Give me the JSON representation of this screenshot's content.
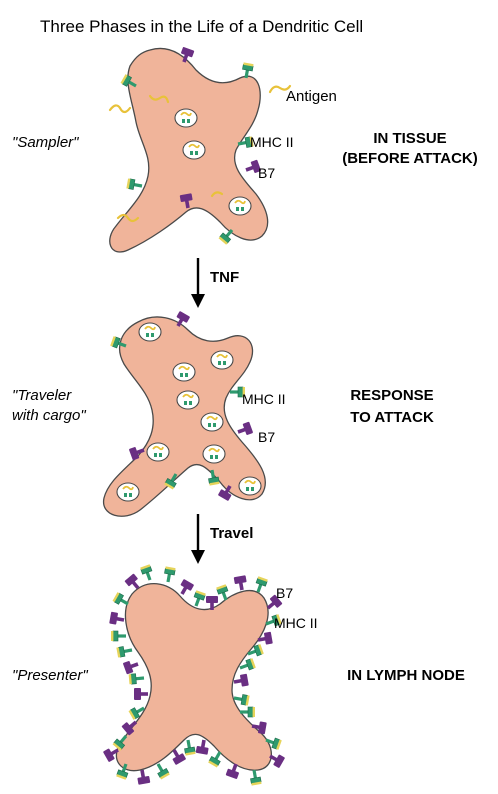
{
  "title": "Three Phases in the Life of a Dendritic Cell",
  "phases": [
    {
      "role": "\"Sampler\"",
      "stage": [
        "IN TISSUE",
        "(BEFORE ATTACK)"
      ],
      "labels": {
        "antigen": "Antigen",
        "mhc": "MHC II",
        "b7": "B7"
      }
    },
    {
      "role": [
        "\"Traveler",
        "with cargo\""
      ],
      "stage": [
        "RESPONSE",
        "TO ATTACK"
      ],
      "labels": {
        "mhc": "MHC II",
        "b7": "B7"
      }
    },
    {
      "role": "\"Presenter\"",
      "stage": [
        "IN LYMPH NODE"
      ],
      "labels": {
        "b7": "B7",
        "mhc": "MHC II"
      }
    }
  ],
  "arrows": [
    {
      "label": "TNF"
    },
    {
      "label": "Travel"
    }
  ],
  "colors": {
    "cell_fill": "#f0b49a",
    "cell_stroke": "#4a4a4a",
    "mhc_green": "#2e9a6e",
    "mhc_tip_yellow": "#e6d45a",
    "b7_purple": "#6a2f83",
    "antigen_yellow": "#e8c23a",
    "vesicle_fill": "#ffffff"
  }
}
